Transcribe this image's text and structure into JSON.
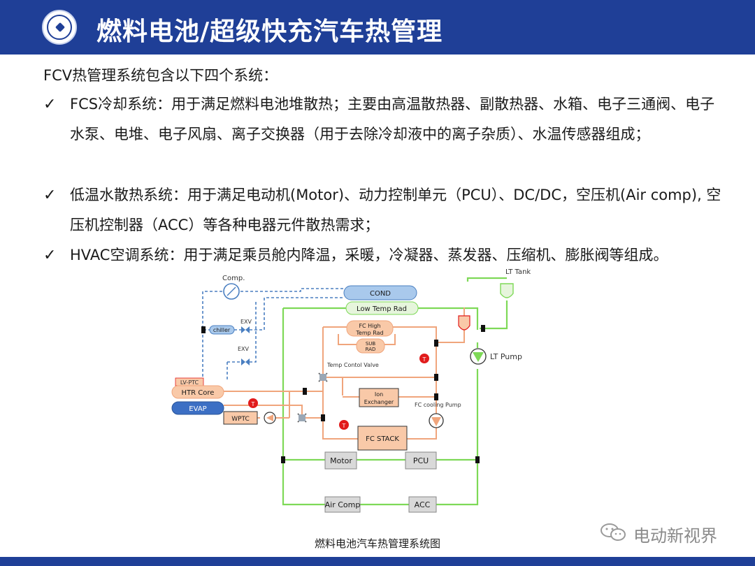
{
  "header": {
    "title": "燃料电池/超级快充汽车热管理"
  },
  "content": {
    "intro": "FCV热管理系统包含以下四个系统：",
    "bullets": [
      {
        "mark": "✓",
        "text": "FCS冷却系统：用于满足燃料电池堆散热；主要由高温散热器、副散热器、水箱、电子三通阀、电子水泵、电堆、电子风扇、离子交换器（用于去除冷却液中的离子杂质）、水温传感器组成；"
      },
      {
        "mark": "✓",
        "text": "低温水散热系统：用于满足电动机(Motor)、动力控制单元（PCU）、DC/DC，空压机(Air comp), 空压机控制器（ACC）等各种电器元件散热需求；"
      },
      {
        "mark": "✓",
        "text": "HVAC空调系统：用于满足乘员舱内降温，采暖，冷凝器、蒸发器、压缩机、膨胀阀等组成。"
      }
    ]
  },
  "diagram": {
    "labels": {
      "comp": "Comp.",
      "cond": "COND",
      "low_temp_rad": "Low Temp Rad",
      "lt_tank": "LT Tank",
      "chiller": "chiller",
      "exv1": "EXV",
      "exv2": "EXV",
      "fc_high_1": "FC High",
      "fc_high_2": "Temp Rad",
      "sub_1": "SUB",
      "sub_2": "RAD",
      "lt_pump": "LT Pump",
      "temp_valve": "Temp Contol Valve",
      "lv_ptc": "LV-PTC",
      "htr_core": "HTR Core",
      "evap": "EVAP",
      "ion_1": "Ion",
      "ion_2": "Exchanger",
      "fc_pump": "FC cooling Pump",
      "wptc": "WPTC",
      "fc_stack": "FC STACK",
      "motor": "Motor",
      "pcu": "PCU",
      "air_comp": "Air Comp",
      "acc": "ACC",
      "sensor": "T"
    },
    "colors": {
      "refrigerant": "#4a7fc1",
      "low_temp": "#7ed957",
      "fc_loop": "#f0a57c",
      "component_fill": "#d9d9d9",
      "fc_fill": "#f9c9a8",
      "blue_fill": "#3c6fc4",
      "light_blue": "#a9c9ec",
      "sensor": "#e11b1b"
    }
  },
  "caption": "燃料电池汽车热管理系统图",
  "watermark": {
    "text": "电动新视界",
    "icon": "wechat-icon"
  }
}
